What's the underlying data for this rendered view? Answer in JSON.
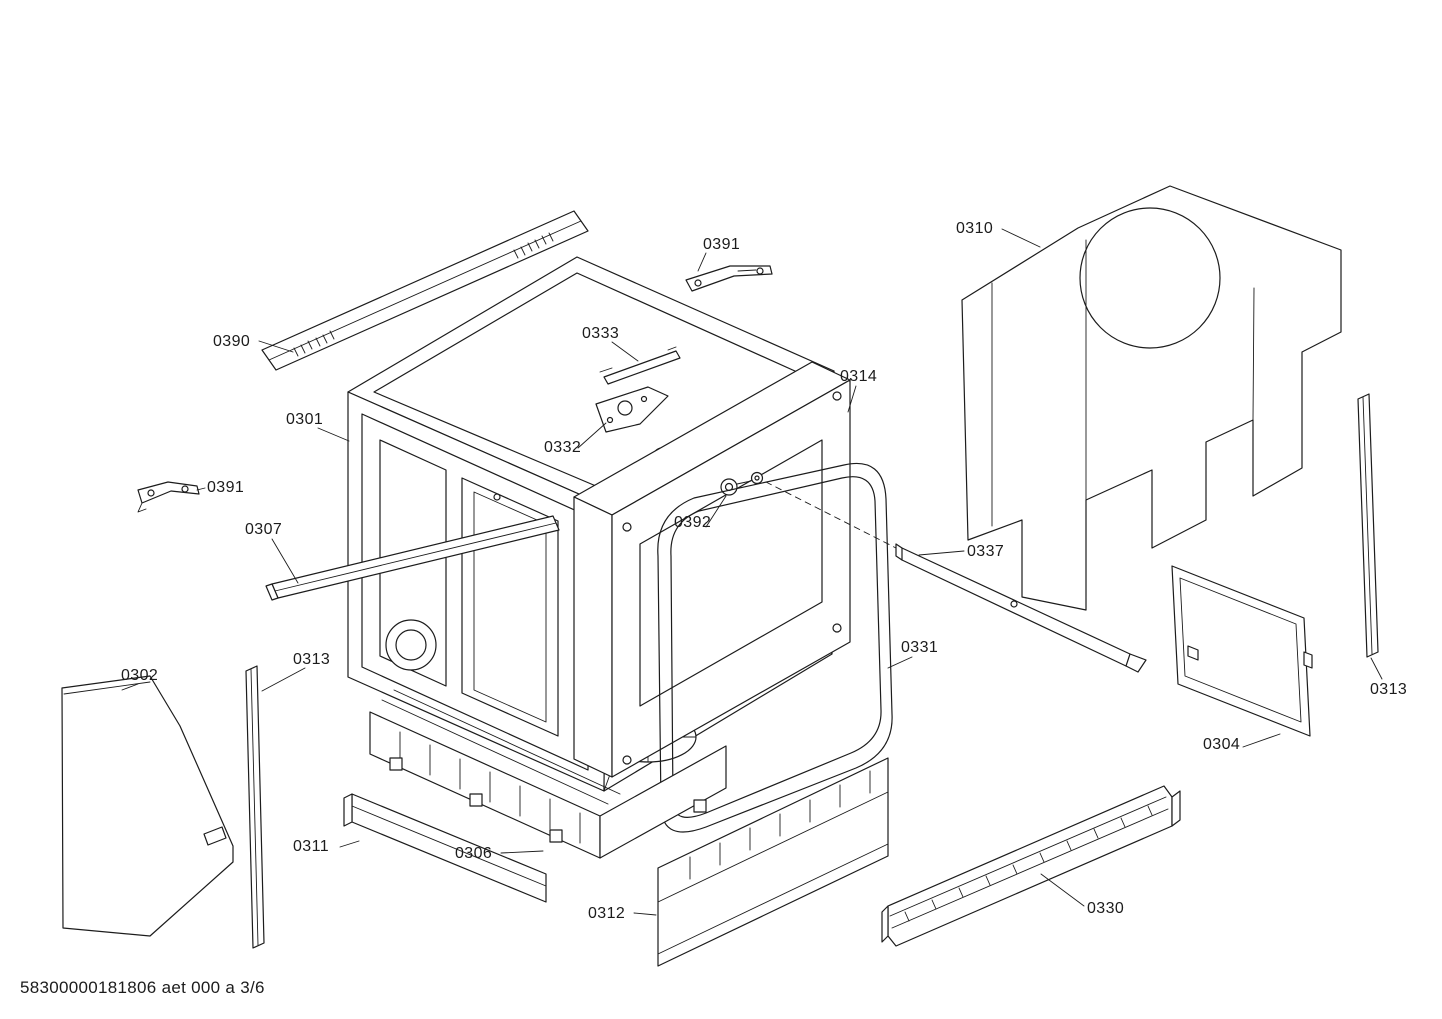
{
  "diagram_type": "exploded-parts-diagram",
  "colors": {
    "line": "#1c1c1c",
    "background": "#ffffff",
    "text": "#1c1c1c"
  },
  "labels": {
    "l0301": "0301",
    "l0302": "0302",
    "l0304": "0304",
    "l0306": "0306",
    "l0307": "0307",
    "l0310": "0310",
    "l0311": "0311",
    "l0312": "0312",
    "l0313_left": "0313",
    "l0313_right": "0313",
    "l0314": "0314",
    "l0330": "0330",
    "l0331": "0331",
    "l0332": "0332",
    "l0333": "0333",
    "l0337": "0337",
    "l0390": "0390",
    "l0391_top": "0391",
    "l0391_left": "0391",
    "l0392": "0392"
  },
  "footer": {
    "doc_code": "58300000181806 aet 000 a 3/6"
  }
}
